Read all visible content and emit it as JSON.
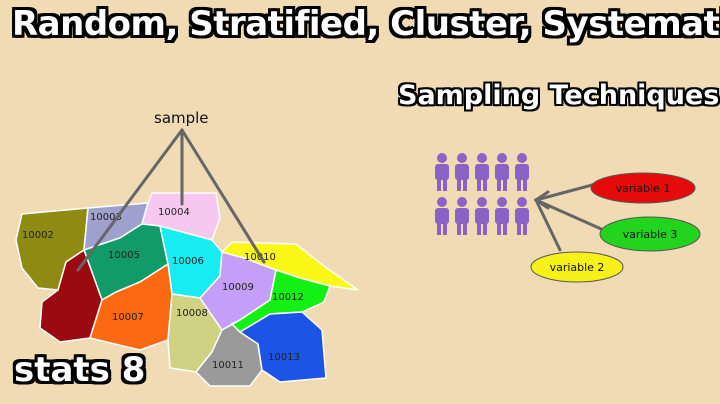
{
  "header": {
    "title": "Random, Stratified, Cluster, Systematic",
    "subtitle": "Sampling Techniques"
  },
  "footer": {
    "badge": "stats 8"
  },
  "diagram": {
    "sample_label": "sample",
    "regions": [
      "10002",
      "10003",
      "10004",
      "10005",
      "10006",
      "10007",
      "10008",
      "10009",
      "10010",
      "10011",
      "10012",
      "10013"
    ],
    "variables": [
      "variable 1",
      "variable 3",
      "variable 2"
    ],
    "colors": {
      "background": "#f1dbb5",
      "people": "#8a62c6",
      "variable_1": "#e60b0b",
      "variable_3": "#22d41e",
      "variable_2": "#f7f11a"
    }
  }
}
